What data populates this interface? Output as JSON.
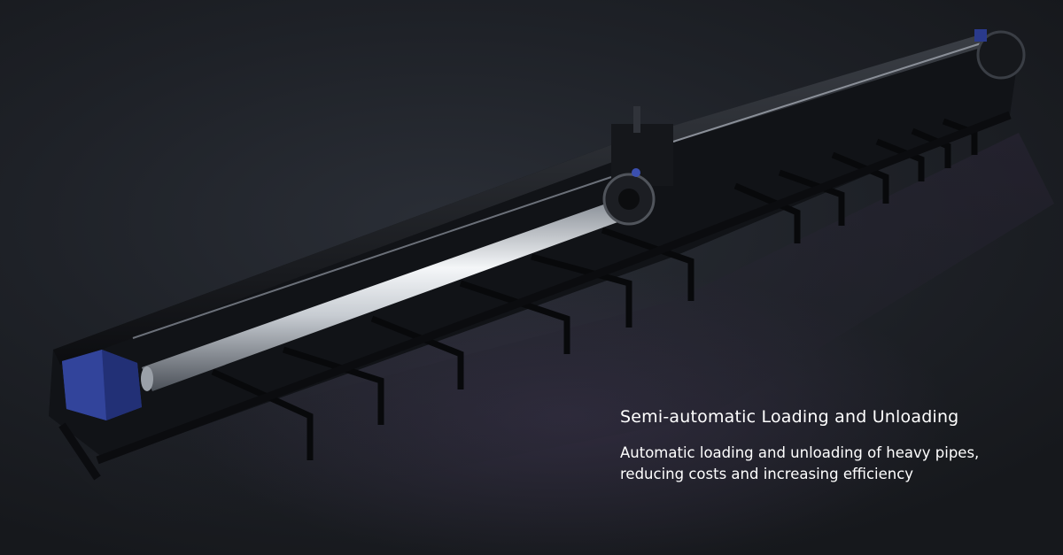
{
  "caption": {
    "title": "Semi-automatic Loading and Unloading",
    "description_lines": [
      "Automatic loading and unloading of heavy pipes,",
      "reducing costs and increasing efficiency"
    ]
  },
  "colors": {
    "background": "#1f2228",
    "machine_frame": "#0f1013",
    "motor_housing": "#2a3a8c",
    "pipe": "#d9dde3",
    "text": "#ffffff"
  }
}
